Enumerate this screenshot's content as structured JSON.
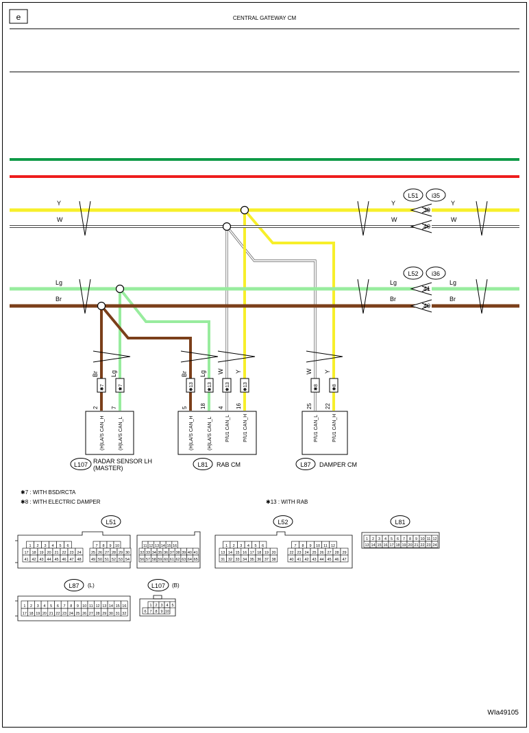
{
  "header": {
    "tag": "e",
    "title": "CENTRAL GATEWAY CM"
  },
  "colors": {
    "green_bus": "#0f9a48",
    "red_bus": "#ee1c1c",
    "Y": "#f7ef2a",
    "W": "#ffffff",
    "Lg": "#98ec9e",
    "Br": "#7b3f1a"
  },
  "wires": {
    "y": "Y",
    "w": "W",
    "lg": "Lg",
    "br": "Br"
  },
  "junctions": {
    "l51": "L51",
    "i35": "i35",
    "l52": "L52",
    "i36": "i36",
    "p39": "39",
    "p40a": "40",
    "p41": "41",
    "p40b": "40"
  },
  "branch_labels": {
    "b1": "Br",
    "b2": "Lg",
    "b3": "Br",
    "b4": "Lg",
    "b5": "W",
    "b6": "Y",
    "b7": "W",
    "b8": "Y"
  },
  "option_marks": {
    "m1": "✱7",
    "m2": "✱7",
    "m3": "✱13",
    "m4": "✱13",
    "m5": "✱13",
    "m6": "✱13",
    "m7": "✱8",
    "m8": "✱8"
  },
  "modules": {
    "radar": {
      "connector": "L107",
      "name_line1": "RADAR SENSOR LH",
      "name_line2": "(MASTER)",
      "pins": [
        "2",
        "7"
      ],
      "signals": [
        "(H)LA/S CAN_H",
        "(H)LA/S CAN_L"
      ]
    },
    "rab": {
      "connector": "L81",
      "name": "RAB CM",
      "pins": [
        "5",
        "18",
        "4",
        "16"
      ],
      "signals": [
        "(H)LA/S CAN_H",
        "(H)LA/S CAN_L",
        "P/U1 CAN_L",
        "P/U1 CAN_H"
      ]
    },
    "damper": {
      "connector": "L87",
      "name": "DAMPER CM",
      "pins": [
        "25",
        "22"
      ],
      "signals": [
        "P/U1 CAN_L",
        "P/U1 CAN_H"
      ]
    }
  },
  "notes": {
    "n7": "✱7   : WITH BSD/RCTA",
    "n8": "✱8   : WITH ELECTRIC DAMPER",
    "n13": "✱13 : WITH RAB"
  },
  "connector_views": {
    "l51": "L51",
    "l52": "L52",
    "l81": "L81",
    "l87": "L87",
    "l87_suffix": "(L)",
    "l107": "L107",
    "l107_suffix": "(B)"
  },
  "figure_id": "WIa49105"
}
